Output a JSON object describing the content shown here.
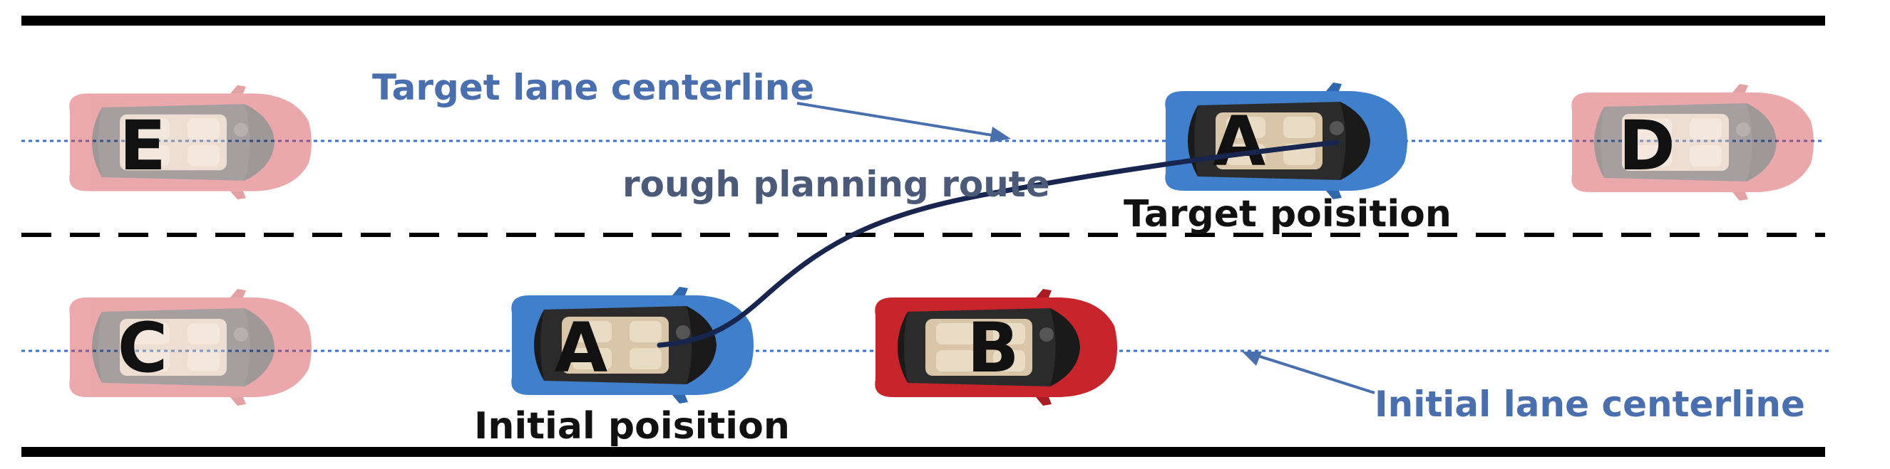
{
  "labels": {
    "target_lane": "Target lane centerline",
    "rough_route": "rough planning route",
    "target_position": "Target  poisition",
    "initial_position": "Initial  poisition",
    "initial_lane": "Initial lane centerline"
  },
  "cars": {
    "E": "E",
    "A_target": "A",
    "D": "D",
    "C": "C",
    "A_initial": "A",
    "B": "B"
  },
  "colors": {
    "ego": "#3f7fcc",
    "other": "#cc2a2e",
    "lane_centerline": "#3d6fc4",
    "route": "#18264f",
    "annotation": "#4a6fae"
  }
}
